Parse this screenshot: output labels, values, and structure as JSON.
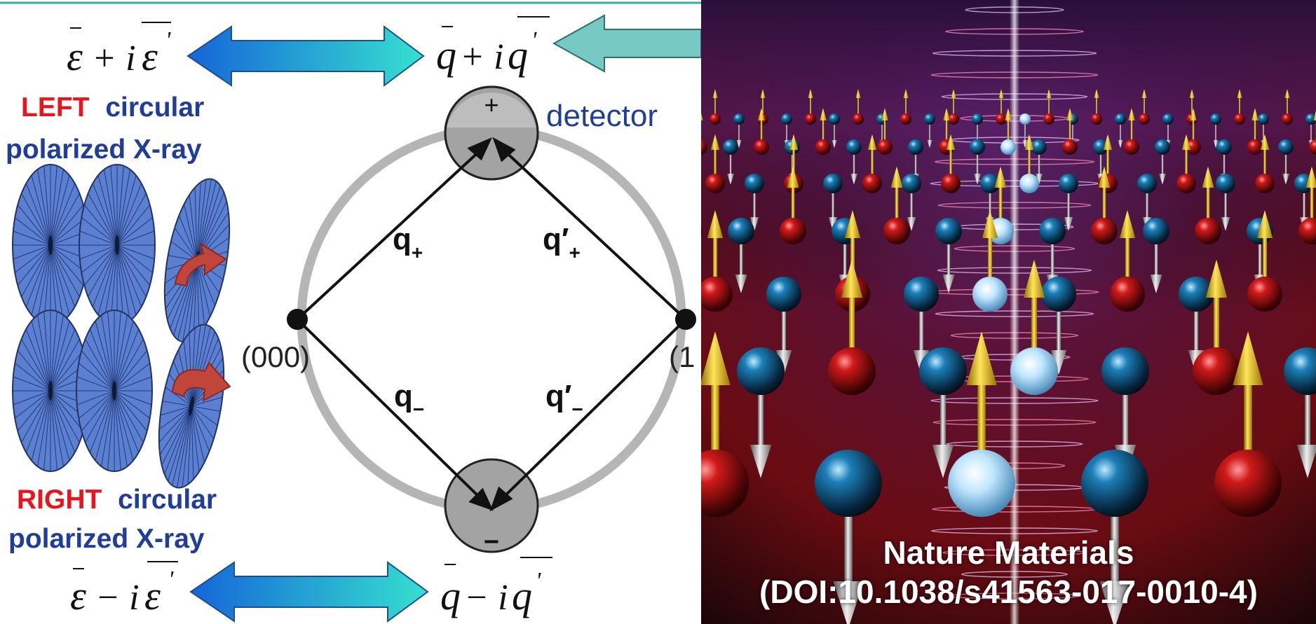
{
  "formula_top_left": {
    "base": "ε",
    "op": "+ i",
    "primed": "ε",
    "prime": "'"
  },
  "formula_top_right": {
    "base": "q",
    "op": "+ i",
    "primed": "q",
    "prime": "'"
  },
  "formula_bottom_left": {
    "base": "ε",
    "op": "− i",
    "primed": "ε",
    "prime": "'"
  },
  "formula_bottom_right": {
    "base": "q",
    "op": "− i",
    "primed": "q",
    "prime": "'"
  },
  "left_pol": {
    "word": "LEFT",
    "rest": "circular",
    "line2": "polarized X-ray"
  },
  "right_pol": {
    "word": "RIGHT",
    "rest": "circular",
    "line2": "polarized X-ray"
  },
  "detector_label": "detector",
  "plus_sign": "+",
  "minus_sign": "−",
  "origin_label": "(000)",
  "right_node_label": "(1",
  "vectors": {
    "q_plus": "q",
    "q_plus_sub": "+",
    "qp_plus": "q′",
    "qp_plus_sub": "+",
    "q_minus": "q",
    "q_minus_sub": "−",
    "qp_minus": "q′",
    "qp_minus_sub": "−"
  },
  "caption": {
    "journal": "Nature Materials",
    "doi": "(DOI:10.1038/s41563-017-0010-4)"
  },
  "colors": {
    "red": "#e8141e",
    "blue": "#1f3d99",
    "cyan": "#2fd6c9",
    "teal": "#77c9c4",
    "disk": "#5b7fd1"
  }
}
